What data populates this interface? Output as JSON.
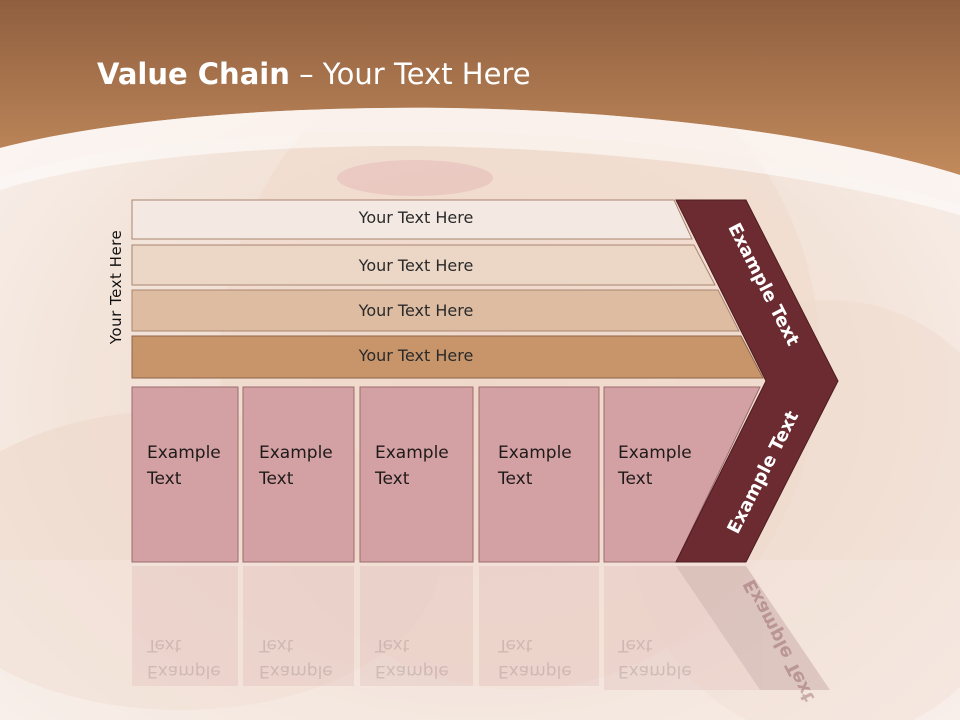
{
  "title": {
    "bold": "Value Chain",
    "rest": " – Your Text Here"
  },
  "side_label": "Your Text Here",
  "bars": [
    {
      "label": "Your Text Here",
      "fill": "#f4e9e2"
    },
    {
      "label": "Your Text Here",
      "fill": "#ecd7c7"
    },
    {
      "label": "Your Text Here",
      "fill": "#ddbca1"
    },
    {
      "label": "Your Text Here",
      "fill": "#c8956b"
    }
  ],
  "columns": [
    {
      "label": "Example\nText"
    },
    {
      "label": "Example\nText"
    },
    {
      "label": "Example\nText"
    },
    {
      "label": "Example\nText"
    },
    {
      "label": "Example\nText"
    }
  ],
  "chevron": {
    "top_label": "Example Text",
    "bottom_label": "Example Text",
    "fill": "#6b2b30"
  },
  "colors": {
    "header": "#b07a4f",
    "column_fill": "#d3a0a3",
    "column_border": "#9c6c6e"
  }
}
